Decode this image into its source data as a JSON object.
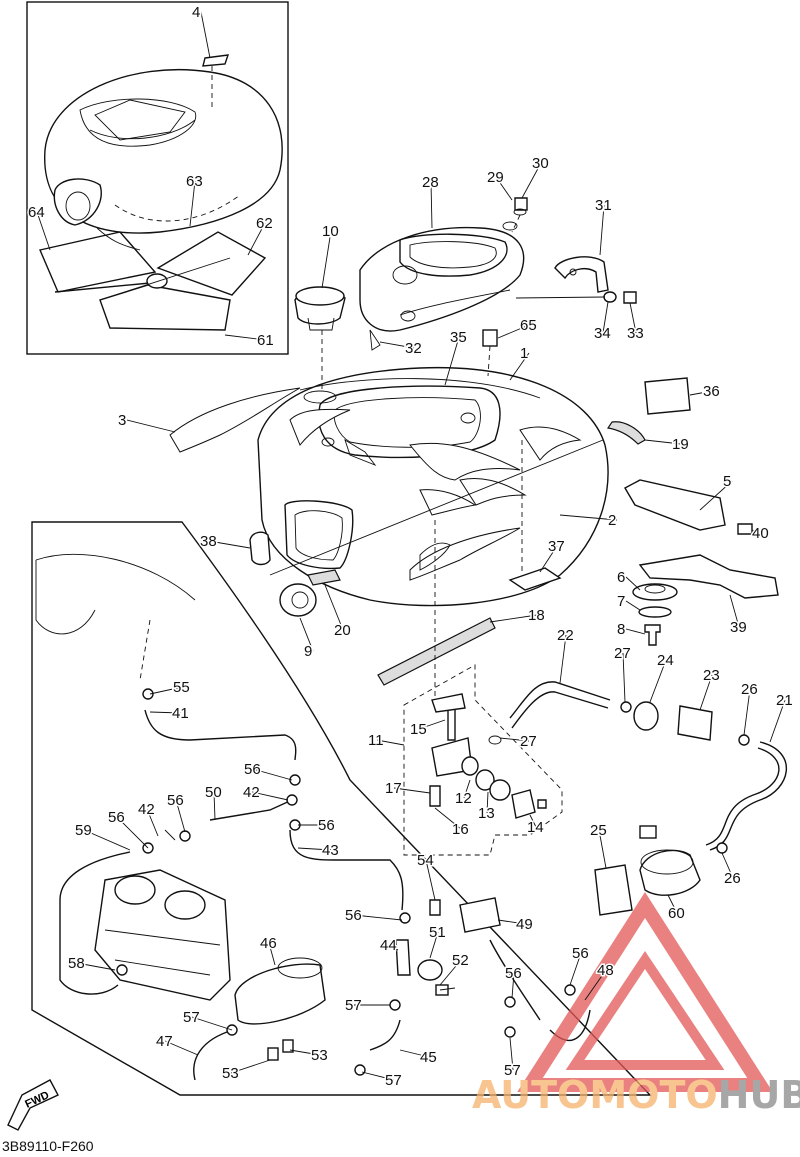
{
  "diagram": {
    "code": "3B89110-F260",
    "fwd_label": "FWD",
    "watermark": {
      "part1": "AUTO",
      "part2": "MOTO",
      "part3": "HUB",
      "color_orange": "#f6b26b",
      "color_red": "#e45757",
      "color_gray": "#8a8a8a"
    },
    "callouts": [
      {
        "id": "c1",
        "label": "1"
      },
      {
        "id": "c2",
        "label": "2"
      },
      {
        "id": "c3",
        "label": "3"
      },
      {
        "id": "c4",
        "label": "4"
      },
      {
        "id": "c5",
        "label": "5"
      },
      {
        "id": "c6",
        "label": "6"
      },
      {
        "id": "c7",
        "label": "7"
      },
      {
        "id": "c8",
        "label": "8"
      },
      {
        "id": "c9",
        "label": "9"
      },
      {
        "id": "c10",
        "label": "10"
      },
      {
        "id": "c11",
        "label": "11"
      },
      {
        "id": "c12",
        "label": "12"
      },
      {
        "id": "c13",
        "label": "13"
      },
      {
        "id": "c14",
        "label": "14"
      },
      {
        "id": "c15",
        "label": "15"
      },
      {
        "id": "c16",
        "label": "16"
      },
      {
        "id": "c17",
        "label": "17"
      },
      {
        "id": "c18",
        "label": "18"
      },
      {
        "id": "c19",
        "label": "19"
      },
      {
        "id": "c20",
        "label": "20"
      },
      {
        "id": "c21",
        "label": "21"
      },
      {
        "id": "c22",
        "label": "22"
      },
      {
        "id": "c23",
        "label": "23"
      },
      {
        "id": "c24",
        "label": "24"
      },
      {
        "id": "c25",
        "label": "25"
      },
      {
        "id": "c26a",
        "label": "26"
      },
      {
        "id": "c26b",
        "label": "26"
      },
      {
        "id": "c27a",
        "label": "27"
      },
      {
        "id": "c27b",
        "label": "27"
      },
      {
        "id": "c28",
        "label": "28"
      },
      {
        "id": "c29",
        "label": "29"
      },
      {
        "id": "c30",
        "label": "30"
      },
      {
        "id": "c31",
        "label": "31"
      },
      {
        "id": "c32",
        "label": "32"
      },
      {
        "id": "c33",
        "label": "33"
      },
      {
        "id": "c34",
        "label": "34"
      },
      {
        "id": "c35",
        "label": "35"
      },
      {
        "id": "c36",
        "label": "36"
      },
      {
        "id": "c37",
        "label": "37"
      },
      {
        "id": "c38",
        "label": "38"
      },
      {
        "id": "c39",
        "label": "39"
      },
      {
        "id": "c40",
        "label": "40"
      },
      {
        "id": "c41",
        "label": "41"
      },
      {
        "id": "c42a",
        "label": "42"
      },
      {
        "id": "c42b",
        "label": "42"
      },
      {
        "id": "c43",
        "label": "43"
      },
      {
        "id": "c44",
        "label": "44"
      },
      {
        "id": "c45",
        "label": "45"
      },
      {
        "id": "c46",
        "label": "46"
      },
      {
        "id": "c47",
        "label": "47"
      },
      {
        "id": "c48",
        "label": "48"
      },
      {
        "id": "c49",
        "label": "49"
      },
      {
        "id": "c50",
        "label": "50"
      },
      {
        "id": "c51",
        "label": "51"
      },
      {
        "id": "c52",
        "label": "52"
      },
      {
        "id": "c53a",
        "label": "53"
      },
      {
        "id": "c53b",
        "label": "53"
      },
      {
        "id": "c54",
        "label": "54"
      },
      {
        "id": "c55",
        "label": "55"
      },
      {
        "id": "c56a",
        "label": "56"
      },
      {
        "id": "c56b",
        "label": "56"
      },
      {
        "id": "c56c",
        "label": "56"
      },
      {
        "id": "c56d",
        "label": "56"
      },
      {
        "id": "c56e",
        "label": "56"
      },
      {
        "id": "c56f",
        "label": "56"
      },
      {
        "id": "c56g",
        "label": "56"
      },
      {
        "id": "c56h",
        "label": "56"
      },
      {
        "id": "c57a",
        "label": "57"
      },
      {
        "id": "c57b",
        "label": "57"
      },
      {
        "id": "c57c",
        "label": "57"
      },
      {
        "id": "c57d",
        "label": "57"
      },
      {
        "id": "c58",
        "label": "58"
      },
      {
        "id": "c59",
        "label": "59"
      },
      {
        "id": "c60",
        "label": "60"
      },
      {
        "id": "c61",
        "label": "61"
      },
      {
        "id": "c62",
        "label": "62"
      },
      {
        "id": "c63",
        "label": "63"
      },
      {
        "id": "c64",
        "label": "64"
      },
      {
        "id": "c65",
        "label": "65"
      }
    ]
  }
}
